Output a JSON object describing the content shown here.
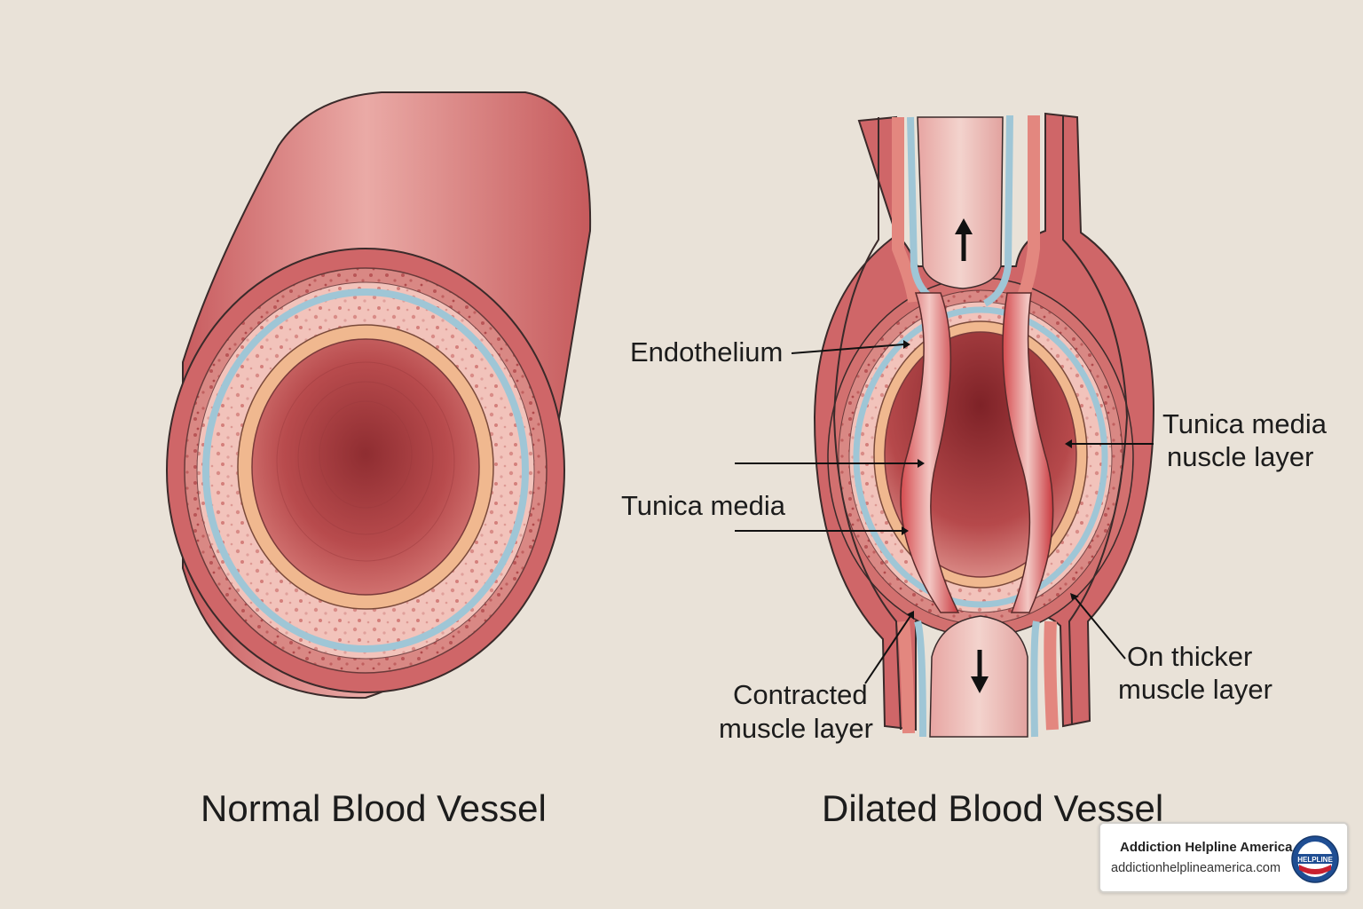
{
  "labels": {
    "endothelium": "Endothelium",
    "tunica_media": "Tunica media",
    "tunica_media_muscle_1": "Tunica media",
    "tunica_media_muscle_2": "nuscle layer",
    "contracted_1": "Contracted",
    "contracted_2": "muscle layer",
    "thicker_1": "On thicker",
    "thicker_2": "muscle layer"
  },
  "captions": {
    "normal": "Normal Blood Vessel",
    "dilated": "Dilated Blood Vessel"
  },
  "badge": {
    "title": "Addiction Helpline America",
    "url": "addictionhelplineamerica.com",
    "seal_text": "HELPLINE"
  },
  "colors": {
    "background": "#e9e2d8",
    "vessel_wall": "#cf6668",
    "endothelium_blue": "#a8cad8",
    "media_pink": "#f2c3bb",
    "lumen": "#b04446"
  }
}
